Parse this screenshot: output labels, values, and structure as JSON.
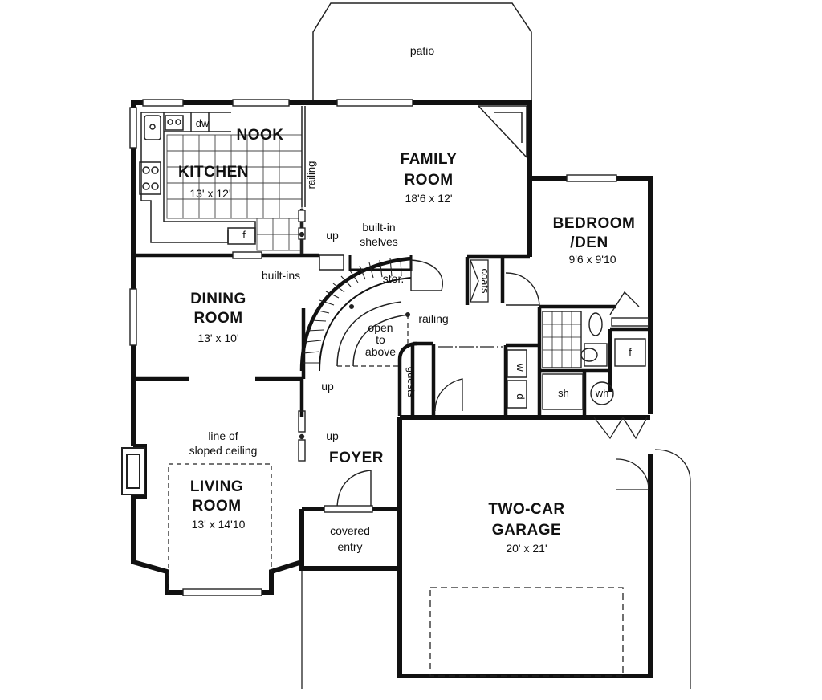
{
  "rooms": {
    "patio": "patio",
    "nook": "NOOK",
    "kitchen": "KITCHEN",
    "kitchen_dim": "13' x 12'",
    "family_room_l1": "FAMILY",
    "family_room_l2": "ROOM",
    "family_room_dim": "18'6 x 12'",
    "bedroom_l1": "BEDROOM",
    "bedroom_l2": "/DEN",
    "bedroom_dim": "9'6 x 9'10",
    "dining_l1": "DINING",
    "dining_l2": "ROOM",
    "dining_dim": "13' x 10'",
    "living_l1": "LIVING",
    "living_l2": "ROOM",
    "living_dim": "13' x 14'10",
    "foyer": "FOYER",
    "garage_l1": "TWO-CAR",
    "garage_l2": "GARAGE",
    "garage_dim": "20' x 21'",
    "covered_entry_l1": "covered",
    "covered_entry_l2": "entry"
  },
  "notes": {
    "dw": "dw",
    "railing_vertical": "railing",
    "up_kitchen": "up",
    "built_in_shelves_l1": "built-in",
    "built_in_shelves_l2": "shelves",
    "built_ins": "built-ins",
    "stor": "stor.",
    "railing": "railing",
    "open_to_above_l1": "open",
    "open_to_above_l2": "to",
    "open_to_above_l3": "above",
    "up_stair": "up",
    "up_foyer": "up",
    "coats": "coats",
    "guests": "guests",
    "w": "w",
    "d": "d",
    "sh": "sh",
    "wh": "wh",
    "f_kitchen": "f",
    "f_bath": "f",
    "sloped_l1": "line of",
    "sloped_l2": "sloped ceiling"
  }
}
